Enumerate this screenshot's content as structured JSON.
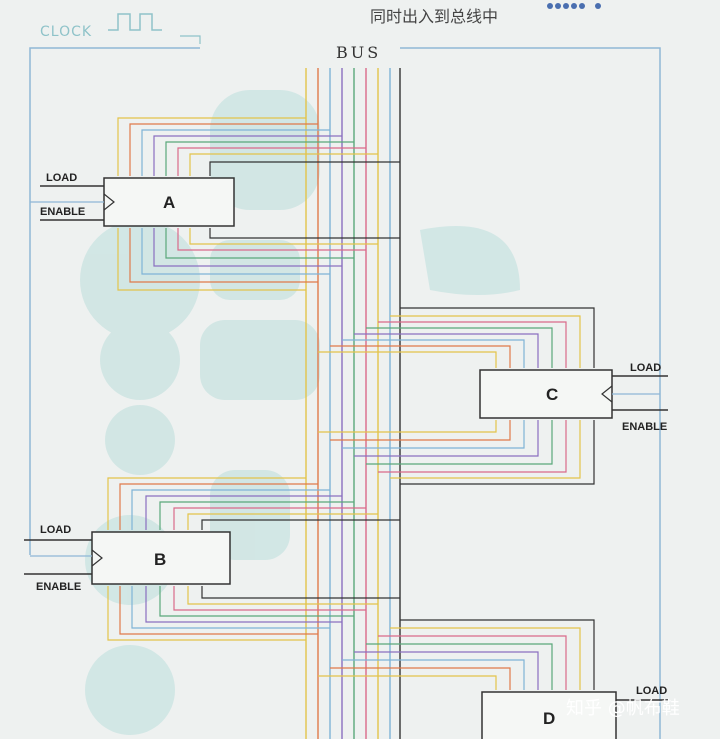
{
  "header": {
    "clock_label": "CLOCK",
    "handwritten_note": "同时出入到总线中",
    "bus_label": "BUS"
  },
  "registers": [
    {
      "name": "A",
      "load_label": "LOAD",
      "enable_label": "ENABLE"
    },
    {
      "name": "B",
      "load_label": "LOAD",
      "enable_label": "ENABLE"
    },
    {
      "name": "C",
      "load_label": "LOAD",
      "enable_label": "ENABLE"
    },
    {
      "name": "D",
      "load_label": "LOAD"
    }
  ],
  "bus": {
    "line_colors": [
      "#e3c44a",
      "#e07a4a",
      "#7fb3d6",
      "#8a6fc0",
      "#5aa87a",
      "#d96a8a",
      "#e3c44a",
      "#333333"
    ]
  },
  "watermark": "知乎 @帆布鞋",
  "colors": {
    "background": "#eef1f0",
    "frame": "#8fb7d6",
    "watermark_shape": "#9fd3d0"
  }
}
